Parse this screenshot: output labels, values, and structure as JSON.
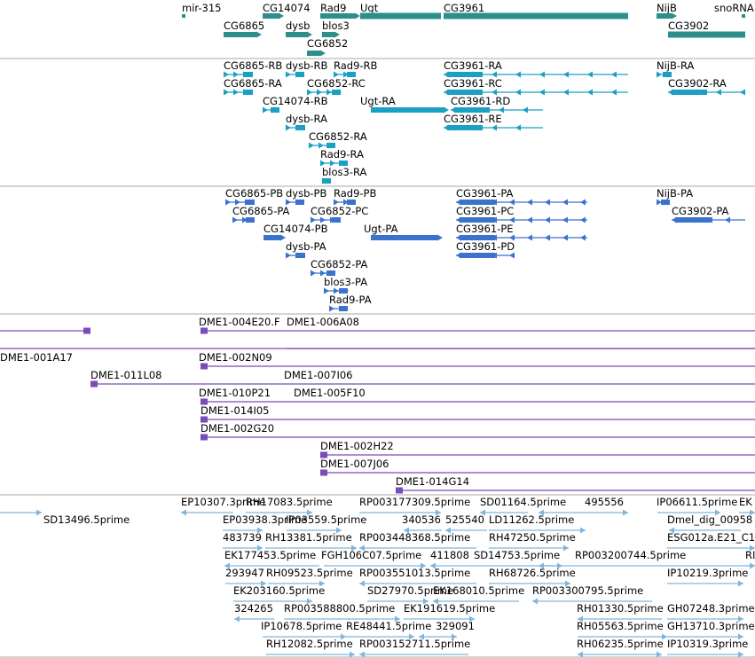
{
  "colors": {
    "gene": "#2c8f8c",
    "transcript_rb": "#1aa0c2",
    "transcript_pb": "#3a72cc",
    "clone": "#7a4cb8",
    "est": "#7fb6de",
    "divider": "#a9a9a9"
  },
  "tracks": [
    {
      "name": "genes",
      "color": "gene",
      "features": [
        {
          "label": "mir-315",
          "glyph": "small"
        },
        {
          "label": "CG14074",
          "glyph": "arrow-right"
        },
        {
          "label": "Rad9",
          "glyph": "arrow-right"
        },
        {
          "label": "Ugt",
          "glyph": "thick"
        },
        {
          "label": "CG3961",
          "glyph": "thick"
        },
        {
          "label": "NijB",
          "glyph": "arrow-right"
        },
        {
          "label": "snoRNA",
          "glyph": "small"
        },
        {
          "label": "CG6865",
          "glyph": "arrow-right"
        },
        {
          "label": "dysb",
          "glyph": "arrow-right"
        },
        {
          "label": "blos3",
          "glyph": "arrow-right"
        },
        {
          "label": "CG3902",
          "glyph": "thick"
        },
        {
          "label": "CG6852",
          "glyph": "arrow-right"
        }
      ]
    },
    {
      "name": "transcripts-r",
      "color": "transcript_rb",
      "features": [
        {
          "label": "CG6865-RB"
        },
        {
          "label": "dysb-RB"
        },
        {
          "label": "Rad9-RB"
        },
        {
          "label": "CG3961-RA"
        },
        {
          "label": "NijB-RA"
        },
        {
          "label": "CG6865-RA"
        },
        {
          "label": "CG6852-RC"
        },
        {
          "label": "CG3961-RC"
        },
        {
          "label": "CG3902-RA"
        },
        {
          "label": "CG14074-RB"
        },
        {
          "label": "Ugt-RA"
        },
        {
          "label": "CG3961-RD"
        },
        {
          "label": "dysb-RA"
        },
        {
          "label": "CG3961-RE"
        },
        {
          "label": "CG6852-RA"
        },
        {
          "label": "Rad9-RA"
        },
        {
          "label": "blos3-RA"
        }
      ]
    },
    {
      "name": "transcripts-p",
      "color": "transcript_pb",
      "features": [
        {
          "label": "CG6865-PB"
        },
        {
          "label": "dysb-PB"
        },
        {
          "label": "Rad9-PB"
        },
        {
          "label": "CG3961-PA"
        },
        {
          "label": "NijB-PA"
        },
        {
          "label": "CG6865-PA"
        },
        {
          "label": "CG6852-PC"
        },
        {
          "label": "CG3961-PC"
        },
        {
          "label": "CG3902-PA"
        },
        {
          "label": "CG14074-PB"
        },
        {
          "label": "Ugt-PA"
        },
        {
          "label": "CG3961-PE"
        },
        {
          "label": "dysb-PA"
        },
        {
          "label": "CG3961-PD"
        },
        {
          "label": "CG6852-PA"
        },
        {
          "label": "blos3-PA"
        },
        {
          "label": "Rad9-PA"
        }
      ]
    },
    {
      "name": "bac-clones",
      "color": "clone",
      "features": [
        {
          "label": ""
        },
        {
          "label": "DME1-004E20.F"
        },
        {
          "label": "DME1-006A08"
        },
        {
          "label": "DME1-001A17"
        },
        {
          "label": "DME1-002N09"
        },
        {
          "label": "DME1-011L08"
        },
        {
          "label": "DME1-007I06"
        },
        {
          "label": "DME1-010P21"
        },
        {
          "label": "DME1-005F10"
        },
        {
          "label": "DME1-014I05"
        },
        {
          "label": "DME1-002G20"
        },
        {
          "label": "DME1-002H22"
        },
        {
          "label": "DME1-007J06"
        },
        {
          "label": "DME1-014G14"
        }
      ]
    },
    {
      "name": "est-reads",
      "color": "est",
      "features": [
        {
          "label": "EP10307.3prime"
        },
        {
          "label": "RH17083.5prime"
        },
        {
          "label": "RP003177309.5prime"
        },
        {
          "label": "SD01164.5prime"
        },
        {
          "label": "495556"
        },
        {
          "label": "IP06611.5prime"
        },
        {
          "label": "EK"
        },
        {
          "label": "SD13496.5prime"
        },
        {
          "label": "EP03938.3prime"
        },
        {
          "label": "IP03559.5prime"
        },
        {
          "label": "340536"
        },
        {
          "label": "525540"
        },
        {
          "label": "LD11262.5prime"
        },
        {
          "label": "Dmel_dig_00958"
        },
        {
          "label": "483739"
        },
        {
          "label": "RH13381.5prime"
        },
        {
          "label": "RP003448368.5prime"
        },
        {
          "label": "RH47250.5prime"
        },
        {
          "label": "ESG012a.E21_C1"
        },
        {
          "label": "EK177453.5prime"
        },
        {
          "label": "FGH106C07.5prime"
        },
        {
          "label": "411808"
        },
        {
          "label": "SD14753.5prime"
        },
        {
          "label": "RP003200744.5prime"
        },
        {
          "label": "RI"
        },
        {
          "label": "293947"
        },
        {
          "label": "RH09523.5prime"
        },
        {
          "label": "RP003551013.5prime"
        },
        {
          "label": "RH68726.5prime"
        },
        {
          "label": "IP10219.3prime"
        },
        {
          "label": "EK203160.5prime"
        },
        {
          "label": "SD27970.5prime"
        },
        {
          "label": "EK168010.5prime"
        },
        {
          "label": "RP003300795.5prime"
        },
        {
          "label": "324265"
        },
        {
          "label": "RP003588800.5prime"
        },
        {
          "label": "EK191619.5prime"
        },
        {
          "label": "RH01330.5prime"
        },
        {
          "label": "GH07248.3prime"
        },
        {
          "label": "IP10678.5prime"
        },
        {
          "label": "RE48441.5prime"
        },
        {
          "label": "329091"
        },
        {
          "label": "RH05563.5prime"
        },
        {
          "label": "GH13710.3prime"
        },
        {
          "label": "RH12082.5prime"
        },
        {
          "label": "RP003152711.5prime"
        },
        {
          "label": "RH06235.5prime"
        },
        {
          "label": "IP10319.3prime"
        }
      ]
    }
  ]
}
